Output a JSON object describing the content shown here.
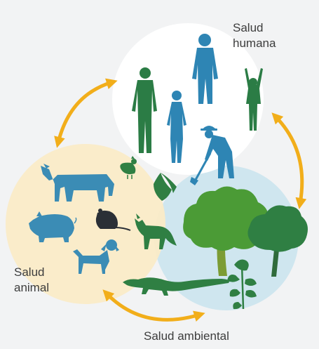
{
  "labels": {
    "human": [
      "Salud",
      "humana"
    ],
    "animal": [
      "Salud",
      "animal"
    ],
    "environment": "Salud ambiental"
  },
  "colors": {
    "background": "#f2f3f4",
    "human_circle": "#ffffff",
    "animal_circle": "#fbebc6",
    "environment_circle": "#cfe6ef",
    "arrows": "#f2ae1a",
    "human_blue": "#2e85b4",
    "human_green": "#2b7c45",
    "animal_blue": "#3b8cb5",
    "animal_green": "#2f7f43",
    "tree_green": "#4b9b36",
    "label_text": "#3d3d3d"
  },
  "icons": [
    "man-icon",
    "woman-icon",
    "person-icon",
    "child-icon",
    "farmer-icon",
    "cow-icon",
    "chicken-icon",
    "bat-icon",
    "pig-icon",
    "rat-icon",
    "fox-icon",
    "dog-icon",
    "lizard-icon",
    "tree-icon",
    "plant-icon"
  ]
}
